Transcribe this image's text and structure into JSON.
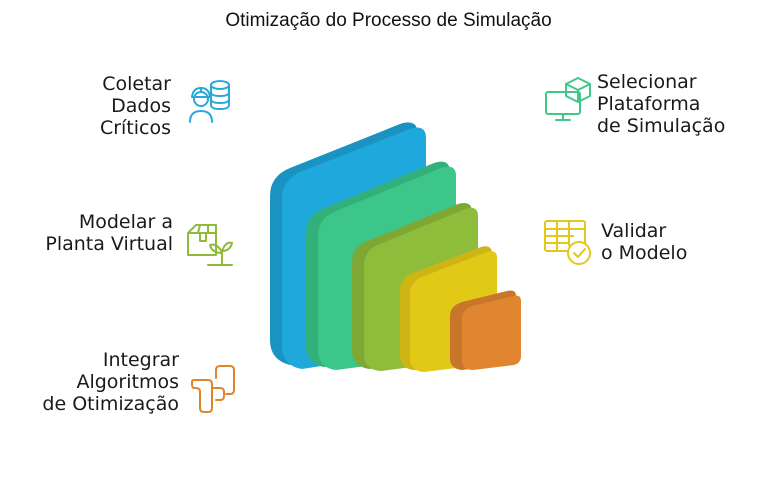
{
  "title": "Otimização do Processo de Simulação",
  "steps": [
    {
      "lines": [
        "Coletar",
        "Dados",
        "Críticos"
      ],
      "icon": "engineer-database-icon",
      "color": "#29a9d9"
    },
    {
      "lines": [
        "Modelar a",
        "Planta Virtual"
      ],
      "icon": "box-plant-icon",
      "color": "#8dbb3a"
    },
    {
      "lines": [
        "Integrar",
        "Algoritmos",
        "de Otimização"
      ],
      "icon": "algorithm-flow-icon",
      "color": "#e0852e"
    },
    {
      "lines": [
        "Selecionar",
        "Plataforma",
        "de Simulação"
      ],
      "icon": "monitor-cube-icon",
      "color": "#3ec98a"
    },
    {
      "lines": [
        "Validar",
        "o Modelo"
      ],
      "icon": "table-check-icon",
      "color": "#e2c81c"
    }
  ],
  "colors": {
    "blue": "#1fa8dc",
    "green": "#3cc689",
    "lime": "#8dbd3b",
    "yellow": "#e2c918",
    "orange": "#e08530"
  }
}
